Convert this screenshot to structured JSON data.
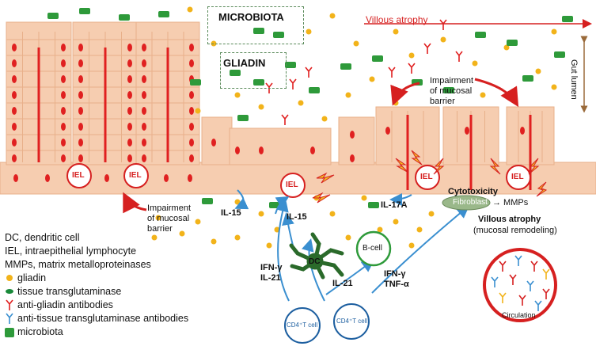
{
  "labels": {
    "microbiota": "MICROBIOTA",
    "gliadin": "GLIADIN",
    "villous_atrophy_top": "Villous atrophy",
    "gut_lumen": "Gut lumen",
    "impairment_right": [
      "Impairment",
      "of mucosal",
      "barrier"
    ],
    "impairment_left": [
      "Impairment",
      "of mucosal",
      "barrier"
    ],
    "iel": "IEL",
    "il15_a": "IL-15",
    "il15_b": "IL-15",
    "il17a": "IL-17A",
    "cytotoxicity": "Cytotoxicity",
    "fibroblast": "Fibroblast",
    "mmps": "→ MMPs",
    "villous_atrophy_bottom": "Villous atrophy",
    "mucosal_remodeling": "(mucosal remodeling)",
    "ifn_il21": [
      "IFN-γ",
      "IL-21"
    ],
    "dc": "DC",
    "bcell": "B-cell",
    "il21": "IL-21",
    "ifn_tnf": [
      "IFN-γ",
      "TNF-α"
    ],
    "cd4_a": "CD4⁺T cell",
    "cd4_b": "CD4⁺T cell",
    "circulation": "Circulation"
  },
  "legend": {
    "definitions": [
      "DC, dendritic cell",
      "IEL, intraepithelial lymphocyte",
      "MMPs, matrix metalloproteinases"
    ],
    "items": [
      {
        "label": "gliadin",
        "icon": "gliadin-dot-icon"
      },
      {
        "label": "tissue transglutaminase",
        "icon": "ttg-dot-icon"
      },
      {
        "label": "anti-gliadin antibodies",
        "icon": "red-antibody-icon"
      },
      {
        "label": "anti-tissue transglutaminase antibodies",
        "icon": "blue-antibody-icon"
      },
      {
        "label": "microbiota",
        "icon": "microbiota-icon"
      }
    ]
  },
  "colors": {
    "cell_fill": "#f6cdb0",
    "cell_stroke": "#e8b08a",
    "nucleus": "#e02020",
    "gliadin": "#f2b31a",
    "ttg": "#1a8a3a",
    "bacteria": "#2e9a3a",
    "arrow_blue": "#3a8fd0",
    "arrow_red": "#d62020",
    "dark_green": "#2a6a2a",
    "tcell": "#1d5fa0"
  }
}
